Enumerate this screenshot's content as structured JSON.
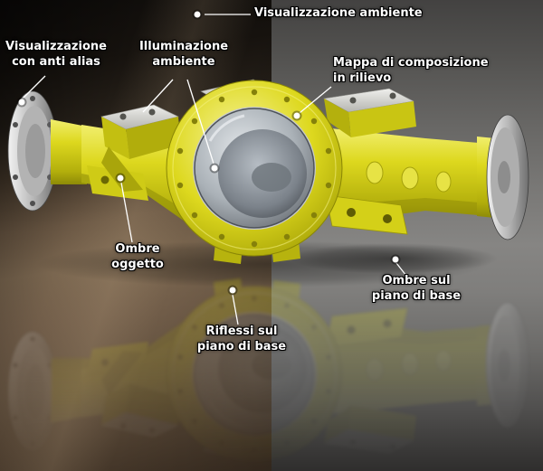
{
  "figure": {
    "description": "Annotated 3D render of a yellow axle housing demonstrating rendering options",
    "split_background": {
      "left_environment_tone": "#6b5844",
      "right_studio_tone": "#868583"
    }
  },
  "colors": {
    "model_yellow": "#ddd81e",
    "model_yellow_dark": "#8d8a07",
    "flange_gray": "#b9b9b9",
    "bore_gray": "#aab1b7",
    "callout_text": "#ffffff",
    "callout_outline": "#000000"
  },
  "callouts": [
    {
      "id": "ambient-view",
      "text": "Visualizzazione ambiente"
    },
    {
      "id": "anti-alias",
      "text": "Visualizzazione\ncon anti alias"
    },
    {
      "id": "ambient-lighting",
      "text": "Illuminazione\nambiente"
    },
    {
      "id": "bump-map",
      "text": "Mappa di composizione\nin rilievo"
    },
    {
      "id": "object-shadows",
      "text": "Ombre\noggetto"
    },
    {
      "id": "floor-reflections",
      "text": "Riflessi sul\npiano di base"
    },
    {
      "id": "floor-shadows",
      "text": "Ombre sul\npiano di base"
    }
  ]
}
